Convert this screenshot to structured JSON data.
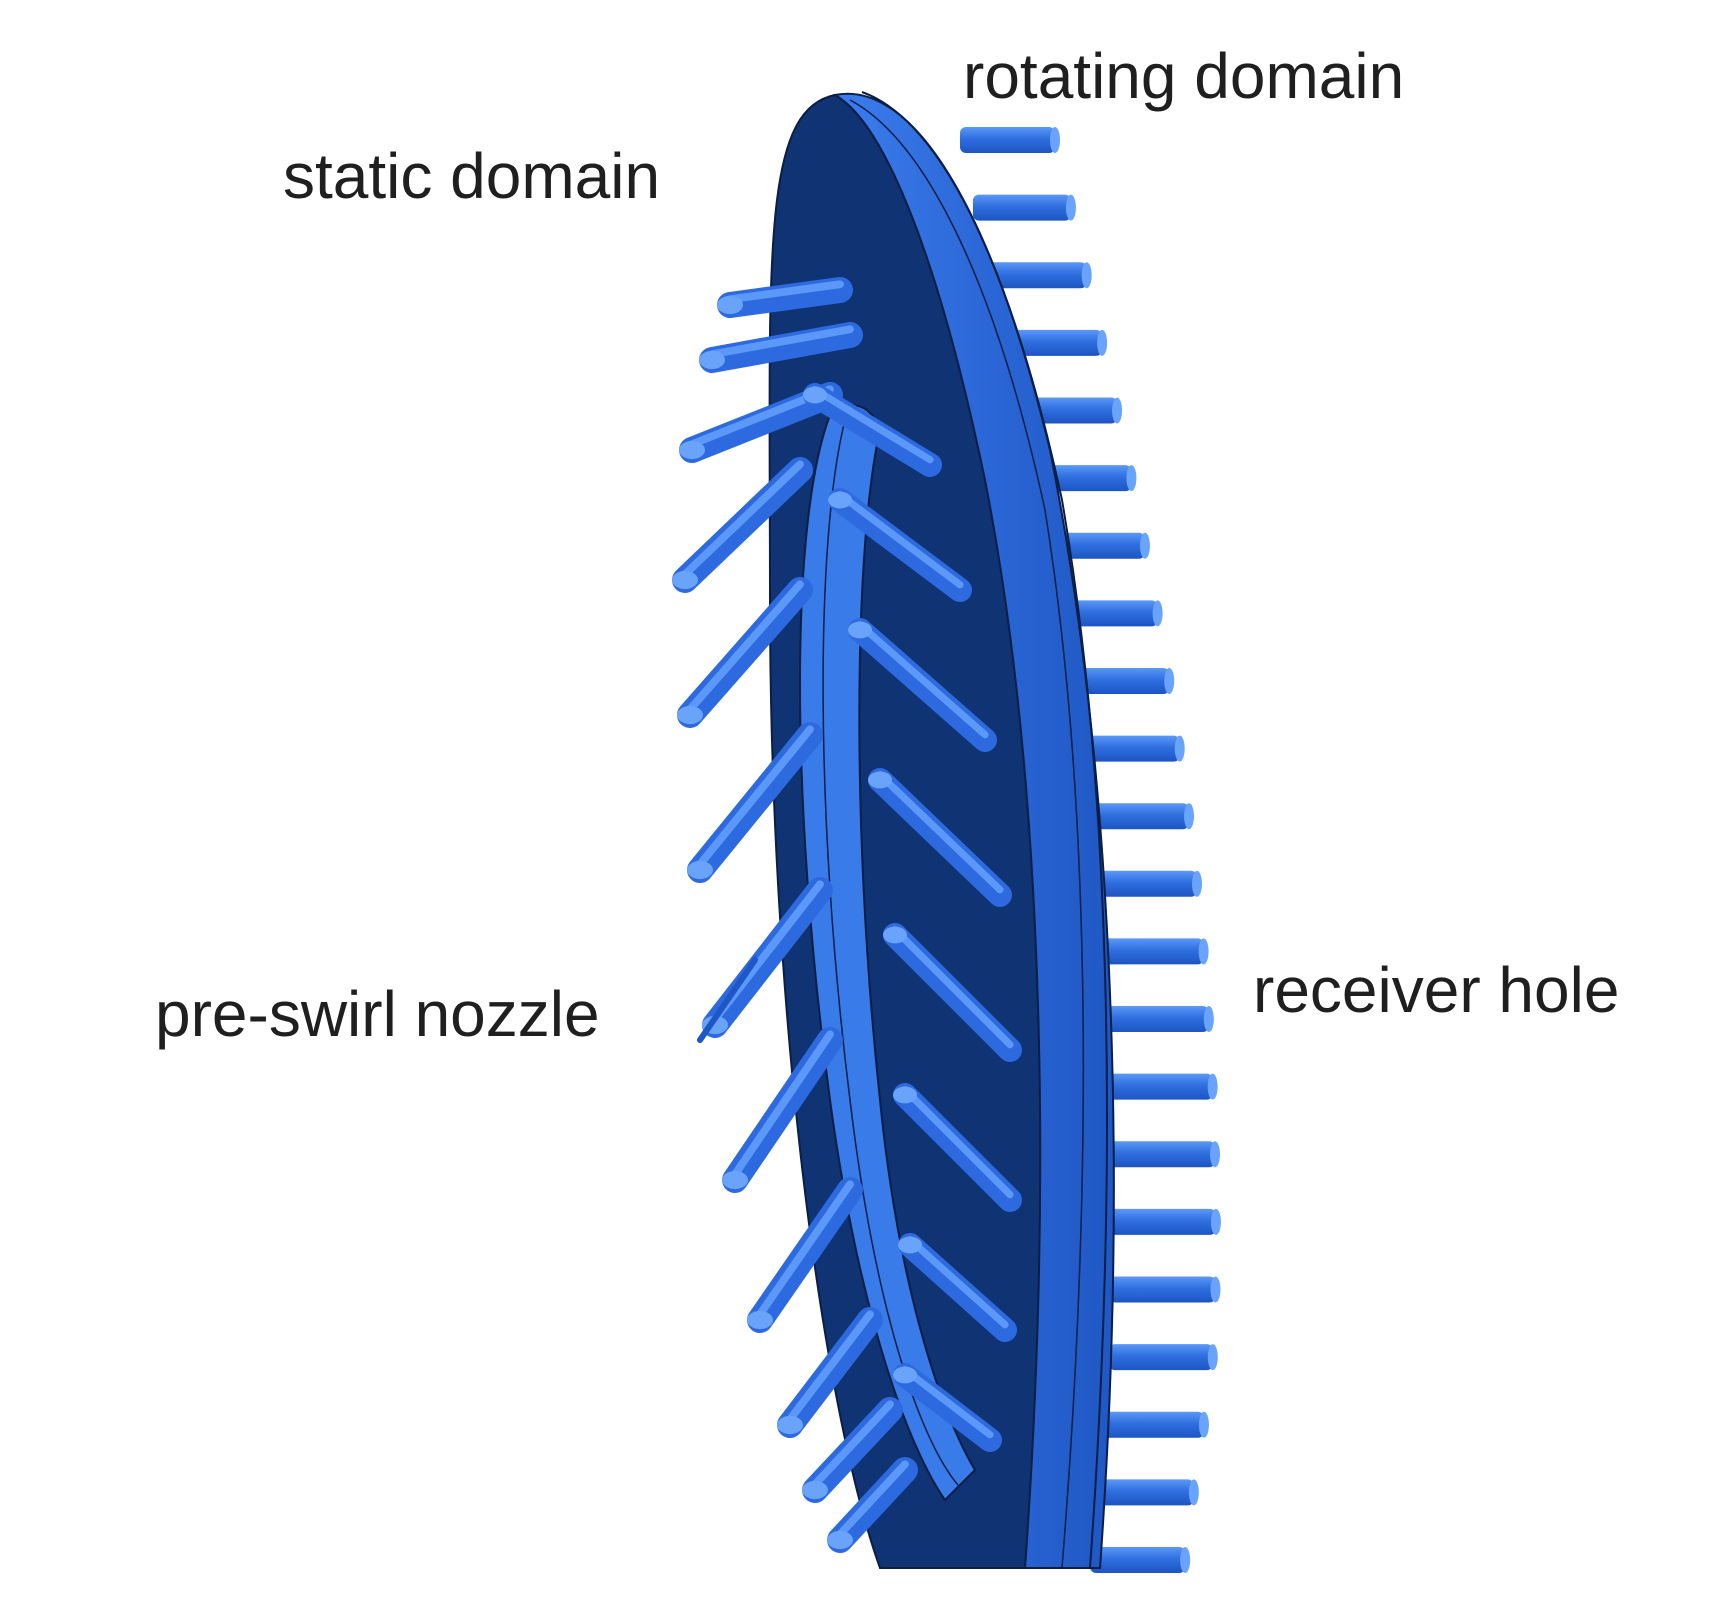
{
  "labels": {
    "rotating_domain": "rotating domain",
    "static_domain": "static domain",
    "pre_swirl_nozzle": "pre-swirl nozzle",
    "receiver_hole": "receiver hole"
  },
  "colors": {
    "background": "#ffffff",
    "part_blue": "#2f6fe0",
    "part_highlight": "#4f8ef5",
    "part_dark": "#123a82",
    "outline": "#0b1e45",
    "text": "#1f1f1f"
  }
}
